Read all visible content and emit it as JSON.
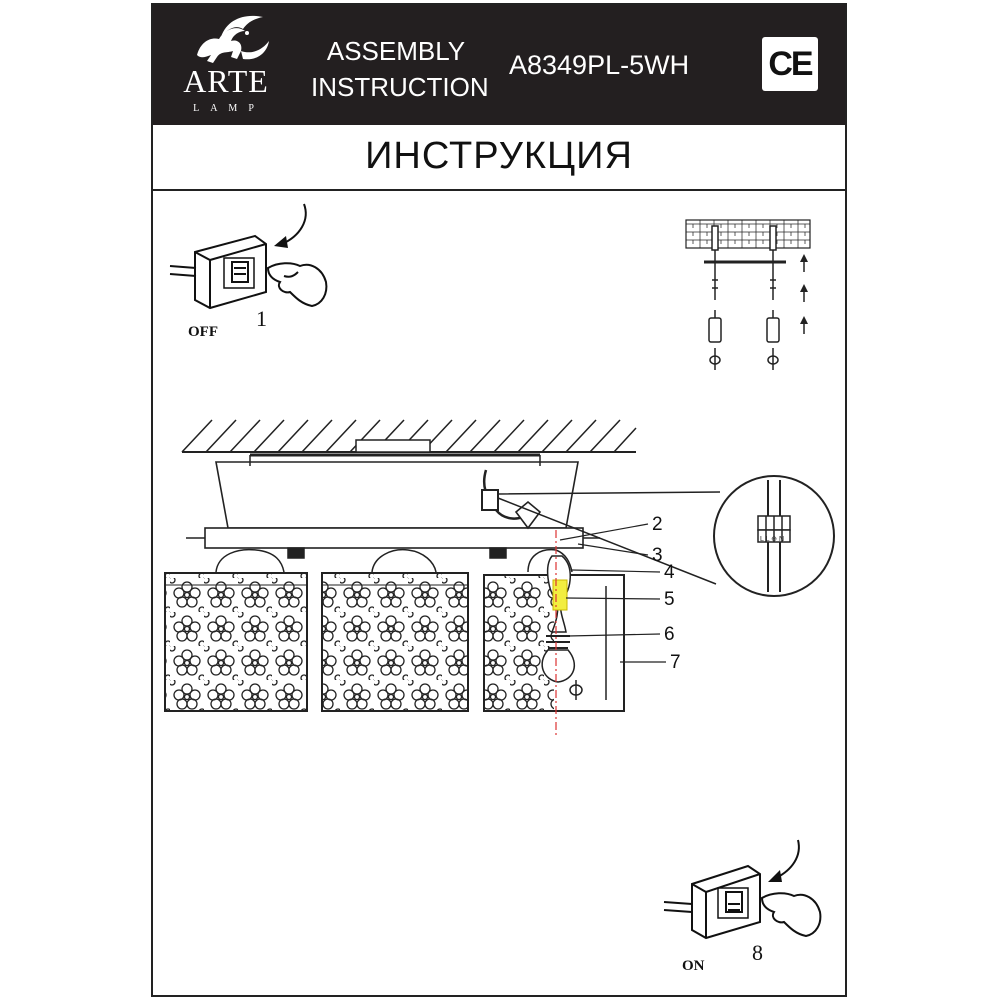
{
  "header": {
    "brand": "ARTE",
    "brand_sub": "LAMP",
    "doc_line1": "ASSEMBLY",
    "doc_line2": "INSTRUCTION",
    "model": "A8349PL-5WH",
    "ce_mark": "CE"
  },
  "title": "ИНСТРУКЦИЯ",
  "step_start": {
    "number": "1",
    "state": "OFF"
  },
  "step_end": {
    "number": "8",
    "state": "ON"
  },
  "callouts": [
    "2",
    "3",
    "4",
    "5",
    "6",
    "7"
  ],
  "icons": [
    "griffin-logo-icon",
    "switch-icon",
    "hand-icon",
    "curved-arrow-icon",
    "rotate-icon",
    "connector-block-icon",
    "arrow-up-icon"
  ]
}
